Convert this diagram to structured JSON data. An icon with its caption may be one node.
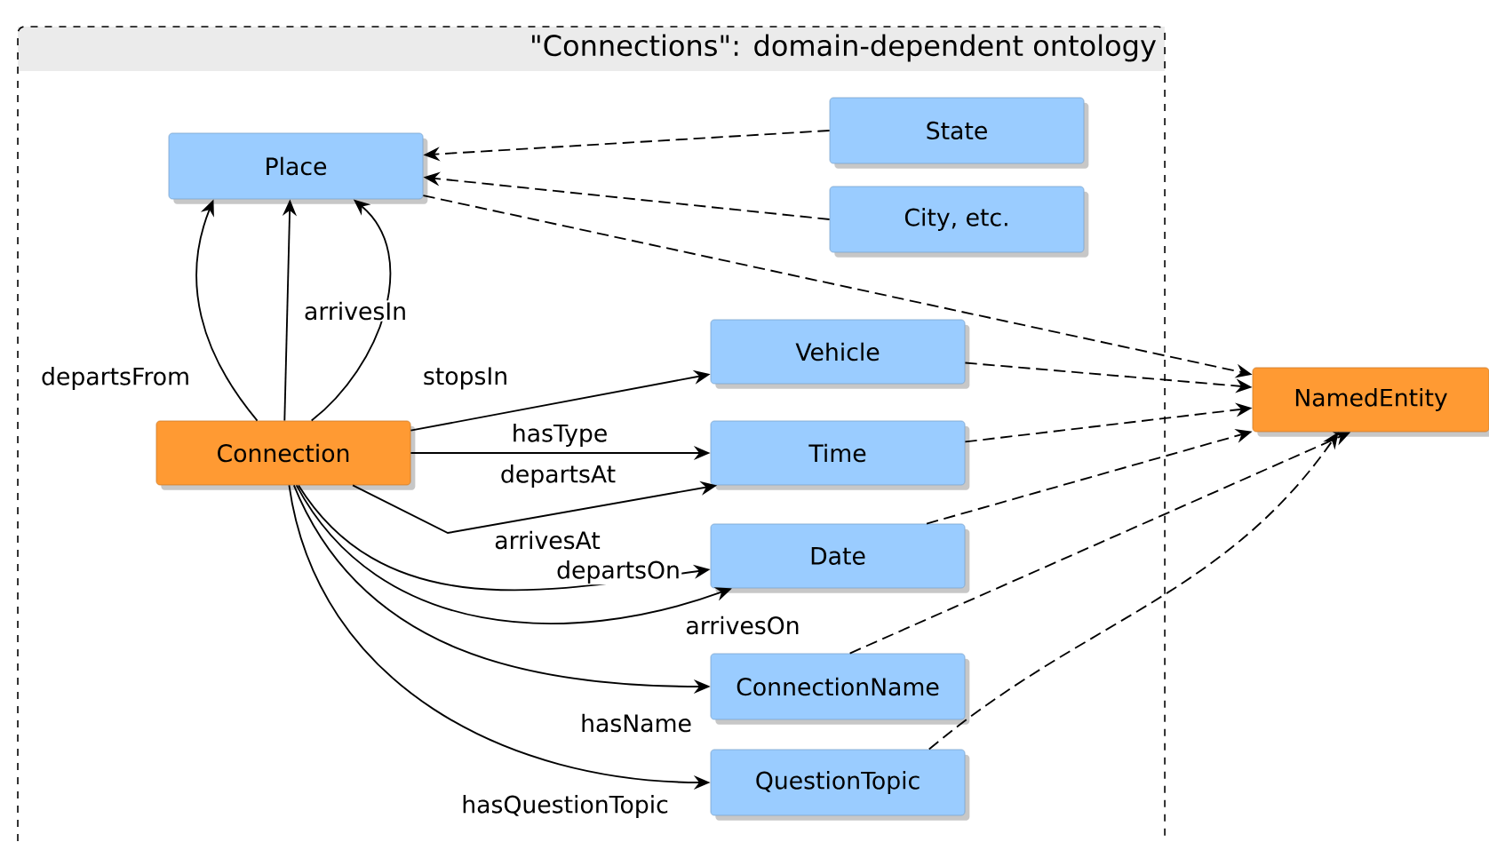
{
  "diagram": {
    "nodes": [
      {
        "text": [
          "\"Connections\": domain-dependent ontology"
        ]
      },
      {
        "text": [
          "Place"
        ],
        "in": 0
      },
      {
        "text": [
          "State"
        ],
        "in": 0
      },
      {
        "text": [
          "City, etc."
        ],
        "in": 0
      },
      {
        "text": [
          "Vehicle"
        ],
        "in": 0
      },
      {
        "text": [
          "NamedEntity"
        ]
      },
      {
        "text": [
          "Connection"
        ],
        "in": 0
      },
      {
        "text": [
          "Time"
        ],
        "in": 0
      },
      {
        "text": [
          "Date"
        ],
        "in": 0
      },
      {
        "text": [
          "ConnectionName"
        ],
        "in": 0
      },
      {
        "text": [
          "QuestionTopic"
        ],
        "in": 0
      }
    ],
    "edges": [
      {
        "from": 6,
        "to": 1,
        "arrow": "to",
        "label": "departsFrom"
      },
      {
        "from": 6,
        "to": 1,
        "arrow": "to",
        "label": "arrivesIn"
      },
      {
        "from": 6,
        "to": 1,
        "arrow": "to",
        "label": "stopsIn"
      },
      {
        "from": 6,
        "to": 4,
        "arrow": "to",
        "label": "hasType"
      },
      {
        "from": 6,
        "to": 7,
        "arrow": "to",
        "label": "departsAt"
      },
      {
        "from": 6,
        "to": 7,
        "arrow": "to",
        "label": "arrivesAt"
      },
      {
        "from": 6,
        "to": 8,
        "arrow": "to",
        "label": "departsOn"
      },
      {
        "from": 6,
        "to": 8,
        "arrow": "to",
        "label": "arrivesOn"
      },
      {
        "from": 6,
        "to": 9,
        "arrow": "to",
        "label": "hasName"
      },
      {
        "from": 6,
        "to": 10,
        "arrow": "to",
        "label": "hasQuestionTopic"
      },
      {
        "from": 2,
        "to": 1,
        "arrow": "to",
        "style": "dashed"
      },
      {
        "from": 3,
        "to": 1,
        "arrow": "to",
        "style": "dashed"
      },
      {
        "from": 1,
        "to": 5,
        "arrow": "to",
        "style": "dashed"
      },
      {
        "from": 4,
        "to": 5,
        "arrow": "to",
        "style": "dashed"
      },
      {
        "from": 7,
        "to": 5,
        "arrow": "to",
        "style": "dashed"
      },
      {
        "from": 8,
        "to": 5,
        "arrow": "to",
        "style": "dashed"
      },
      {
        "from": 9,
        "to": 5,
        "arrow": "to",
        "style": "dashed"
      },
      {
        "from": 10,
        "to": 5,
        "arrow": "to",
        "style": "dashed"
      }
    ]
  }
}
